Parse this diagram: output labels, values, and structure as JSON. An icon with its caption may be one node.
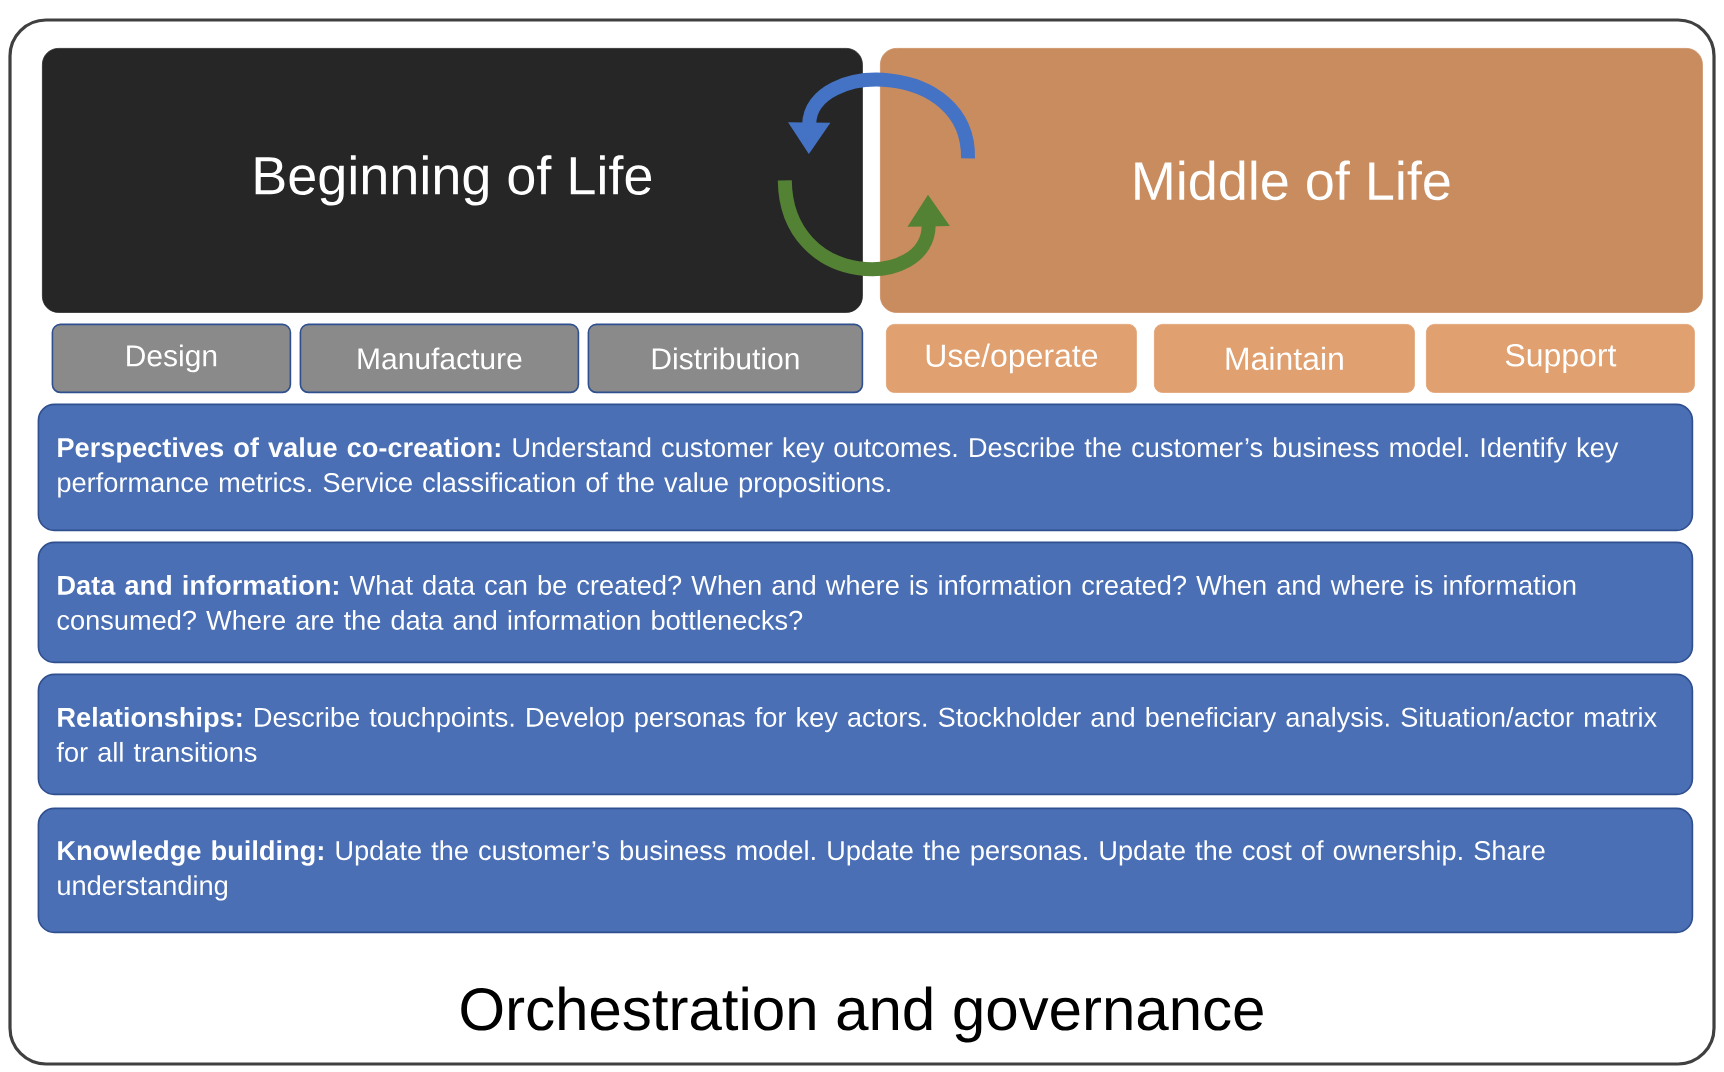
{
  "diagram": {
    "nodes": [
      {
        "text": [
          "Orchestration and governance"
        ]
      },
      {
        "text": [
          "Beginning of Life"
        ],
        "in": 0
      },
      {
        "text": [
          "Middle of Life"
        ],
        "in": 0
      },
      {
        "text": [
          "Design"
        ],
        "in": 0
      },
      {
        "text": [
          "Manufacture"
        ],
        "in": 0
      },
      {
        "text": [
          "Distribution"
        ],
        "in": 0
      },
      {
        "text": [
          "Use/operate"
        ],
        "in": 0
      },
      {
        "text": [
          "Maintain"
        ],
        "in": 0
      },
      {
        "text": [
          "Support"
        ],
        "in": 0
      },
      {
        "text": [
          "**Perspectives of value co-creation:** Understand customer key outcomes. Describe the customer’s business model. Identify key performance metrics. Service classification of the value propositions."
        ],
        "in": 0
      },
      {
        "text": [
          "**Data and information:** What data can be created? When and where is information created? When and where is information consumed? Where are the data and information bottlenecks?"
        ],
        "in": 0
      },
      {
        "text": [
          "**Relationships:** Describe touchpoints. Develop personas for key actors. Stockholder and beneficiary analysis. Situation/actor matrix for all transitions"
        ],
        "in": 0
      },
      {
        "text": [
          "**Knowledge building:** Update the customer’s business model. Update the personas. Update the cost of ownership. Share understanding"
        ],
        "in": 0
      }
    ],
    "edges": [
      {
        "from": 2,
        "to": 1,
        "arrow": "to",
        "color": "#4472c4"
      },
      {
        "from": 1,
        "to": 2,
        "arrow": "to",
        "color": "#548235"
      }
    ]
  }
}
